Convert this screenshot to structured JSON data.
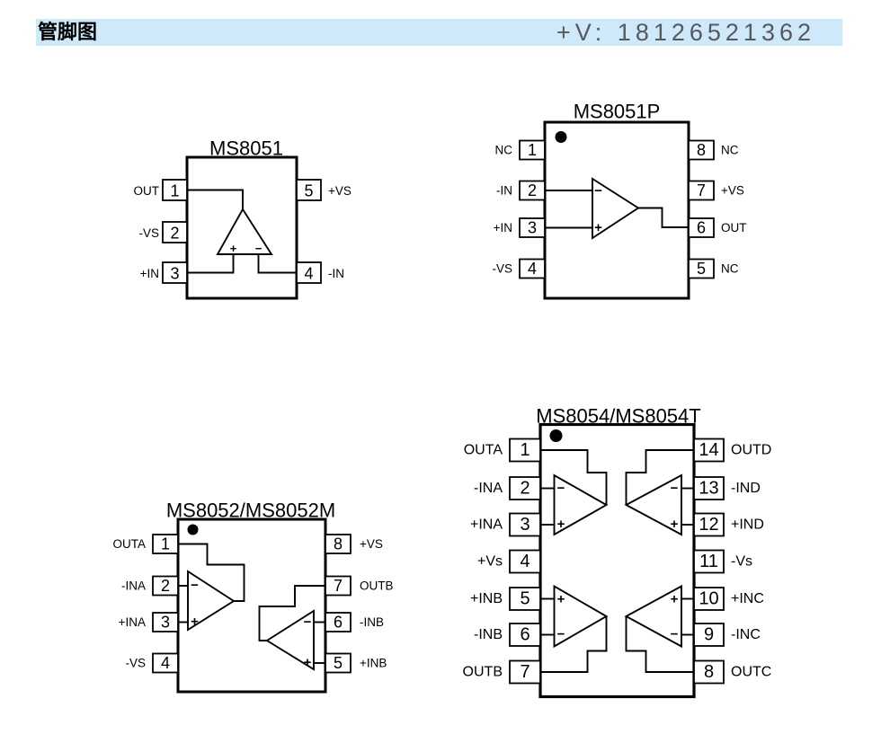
{
  "header": {
    "title": "管脚图",
    "contact": "+V: 18126521362"
  },
  "colors": {
    "band_background": "#cde9fa",
    "contact_text": "#58595b",
    "line": "#000000"
  },
  "signs": {
    "plus": "+",
    "minus": "−"
  },
  "chips": [
    {
      "title": "MS8051",
      "left_pins": [
        {
          "num": "1",
          "label": "OUT"
        },
        {
          "num": "2",
          "label": "-VS"
        },
        {
          "num": "3",
          "label": "+IN"
        }
      ],
      "right_pins": [
        {
          "num": "5",
          "label": "+VS"
        },
        {
          "num": "4",
          "label": "-IN"
        }
      ]
    },
    {
      "title": "MS8051P",
      "left_pins": [
        {
          "num": "1",
          "label": "NC"
        },
        {
          "num": "2",
          "label": "-IN"
        },
        {
          "num": "3",
          "label": "+IN"
        },
        {
          "num": "4",
          "label": "-VS"
        }
      ],
      "right_pins": [
        {
          "num": "8",
          "label": "NC"
        },
        {
          "num": "7",
          "label": "+VS"
        },
        {
          "num": "6",
          "label": "OUT"
        },
        {
          "num": "5",
          "label": "NC"
        }
      ]
    },
    {
      "title": "MS8052/MS8052M",
      "left_pins": [
        {
          "num": "1",
          "label": "OUTA"
        },
        {
          "num": "2",
          "label": "-INA"
        },
        {
          "num": "3",
          "label": "+INA"
        },
        {
          "num": "4",
          "label": "-VS"
        }
      ],
      "right_pins": [
        {
          "num": "8",
          "label": "+VS"
        },
        {
          "num": "7",
          "label": "OUTB"
        },
        {
          "num": "6",
          "label": "-INB"
        },
        {
          "num": "5",
          "label": "+INB"
        }
      ]
    },
    {
      "title": "MS8054/MS8054T",
      "left_pins": [
        {
          "num": "1",
          "label": "OUTA"
        },
        {
          "num": "2",
          "label": "-INA"
        },
        {
          "num": "3",
          "label": "+INA"
        },
        {
          "num": "4",
          "label": "+Vs"
        },
        {
          "num": "5",
          "label": "+INB"
        },
        {
          "num": "6",
          "label": "-INB"
        },
        {
          "num": "7",
          "label": "OUTB"
        }
      ],
      "right_pins": [
        {
          "num": "14",
          "label": "OUTD"
        },
        {
          "num": "13",
          "label": "-IND"
        },
        {
          "num": "12",
          "label": "+IND"
        },
        {
          "num": "11",
          "label": "-Vs"
        },
        {
          "num": "10",
          "label": "+INC"
        },
        {
          "num": "9",
          "label": "-INC"
        },
        {
          "num": "8",
          "label": "OUTC"
        }
      ]
    }
  ]
}
